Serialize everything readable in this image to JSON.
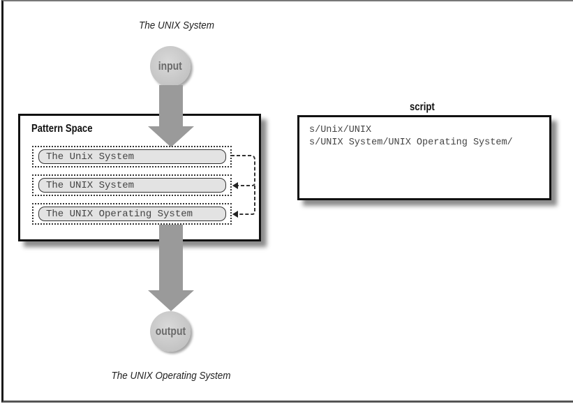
{
  "diagram": {
    "input_caption": "The UNIX System",
    "input_label": "input",
    "output_label": "output",
    "output_caption": "The UNIX Operating System",
    "pattern_space": {
      "title": "Pattern Space",
      "rows": [
        "The Unix System",
        "The UNIX System",
        "The UNIX Operating System"
      ]
    },
    "script": {
      "title": "script",
      "lines": [
        "s/Unix/UNIX",
        "s/UNIX System/UNIX Operating System/"
      ]
    },
    "colors": {
      "arrow": "#9a9a9a",
      "circle": "#c4c4c4",
      "row_fill": "#e3e3e3",
      "border": "#111111"
    }
  }
}
